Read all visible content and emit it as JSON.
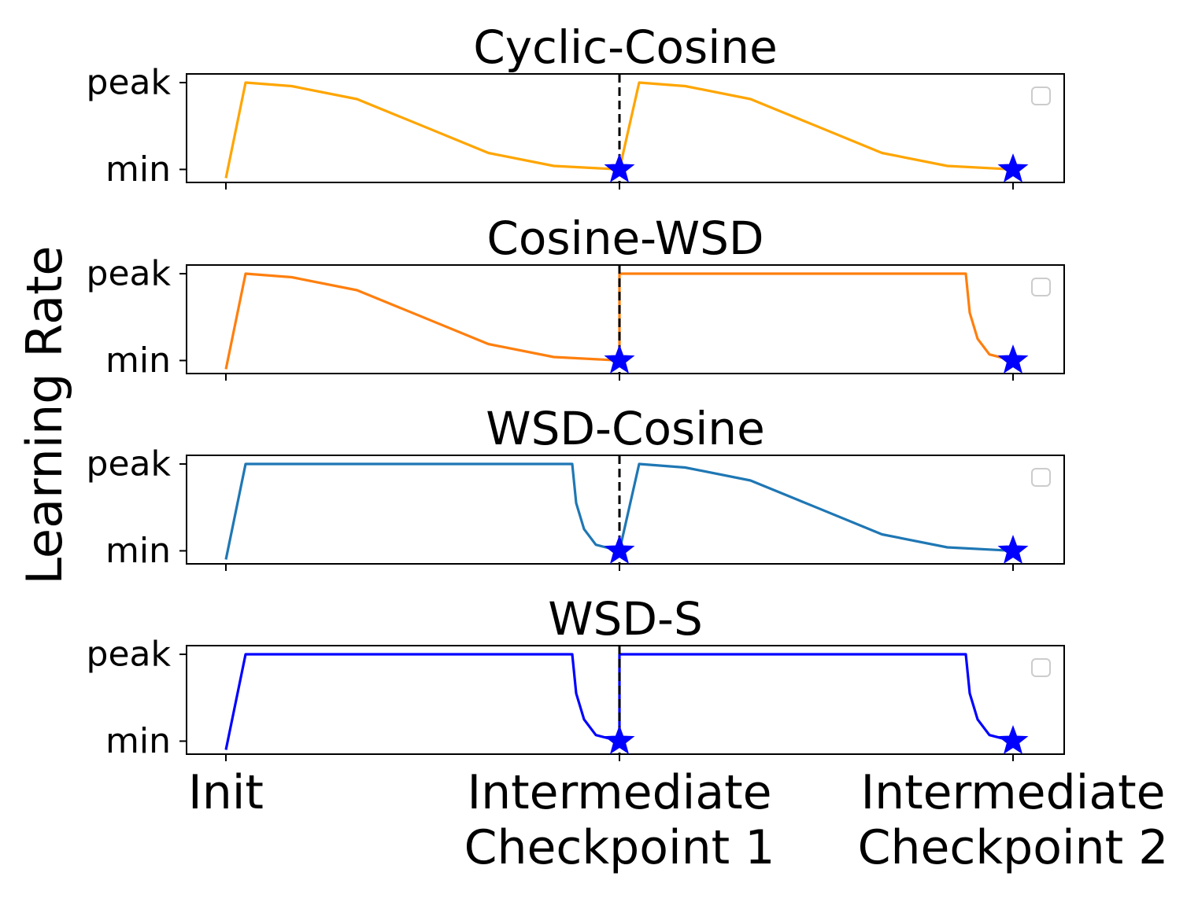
{
  "chart_data": {
    "type": "line",
    "ylabel": "Learning Rate",
    "x_ticks": [
      {
        "x": 0,
        "lines": [
          "Init"
        ]
      },
      {
        "x": 1,
        "lines": [
          "Intermediate",
          "Checkpoint 1"
        ]
      },
      {
        "x": 2,
        "lines": [
          "Intermediate",
          "Checkpoint 2"
        ]
      }
    ],
    "y_ticks": [
      {
        "y": 1,
        "label": "peak"
      },
      {
        "y": 0,
        "label": "min"
      }
    ],
    "xlim": [
      -0.1,
      2.13
    ],
    "ylim": [
      -0.15,
      1.1
    ],
    "vline_x": 1,
    "star_color": "#0000ff",
    "subplots": [
      {
        "title": "Cyclic-Cosine",
        "color": "#ffa500",
        "series": {
          "x": [
            0,
            0.05,
            0.167,
            0.333,
            0.5,
            0.667,
            0.833,
            1.0,
            1.05,
            1.167,
            1.333,
            1.5,
            1.667,
            1.833,
            2.0
          ],
          "y": [
            -0.1,
            1,
            0.96,
            0.81,
            0.5,
            0.19,
            0.04,
            0,
            1,
            0.96,
            0.81,
            0.5,
            0.19,
            0.04,
            0
          ]
        },
        "stars": [
          {
            "x": 1,
            "y": 0
          },
          {
            "x": 2,
            "y": 0
          }
        ]
      },
      {
        "title": "Cosine-WSD",
        "color": "#ff7f0e",
        "series": {
          "x": [
            0,
            0.05,
            0.167,
            0.333,
            0.5,
            0.667,
            0.833,
            1.0,
            1.0,
            1.88,
            1.89,
            1.91,
            1.94,
            2.0
          ],
          "y": [
            -0.1,
            1,
            0.96,
            0.81,
            0.5,
            0.19,
            0.04,
            0,
            1,
            1,
            0.55,
            0.25,
            0.07,
            0
          ]
        },
        "stars": [
          {
            "x": 1,
            "y": 0
          },
          {
            "x": 2,
            "y": 0
          }
        ]
      },
      {
        "title": "WSD-Cosine",
        "color": "#1f77b4",
        "series": {
          "x": [
            0,
            0.05,
            0.88,
            0.89,
            0.91,
            0.94,
            1.0,
            1.05,
            1.167,
            1.333,
            1.5,
            1.667,
            1.833,
            2.0
          ],
          "y": [
            -0.1,
            1,
            1,
            0.55,
            0.25,
            0.07,
            0,
            1,
            0.96,
            0.81,
            0.5,
            0.19,
            0.04,
            0
          ]
        },
        "stars": [
          {
            "x": 1,
            "y": 0
          },
          {
            "x": 2,
            "y": 0
          }
        ]
      },
      {
        "title": "WSD-S",
        "color": "#0000ff",
        "series": {
          "x": [
            0,
            0.05,
            0.88,
            0.89,
            0.91,
            0.94,
            1.0,
            1.0,
            1.88,
            1.89,
            1.91,
            1.94,
            2.0
          ],
          "y": [
            -0.1,
            1,
            1,
            0.55,
            0.25,
            0.07,
            0,
            1,
            1,
            0.55,
            0.25,
            0.07,
            0
          ]
        },
        "stars": [
          {
            "x": 1,
            "y": 0
          },
          {
            "x": 2,
            "y": 0
          }
        ]
      }
    ]
  }
}
